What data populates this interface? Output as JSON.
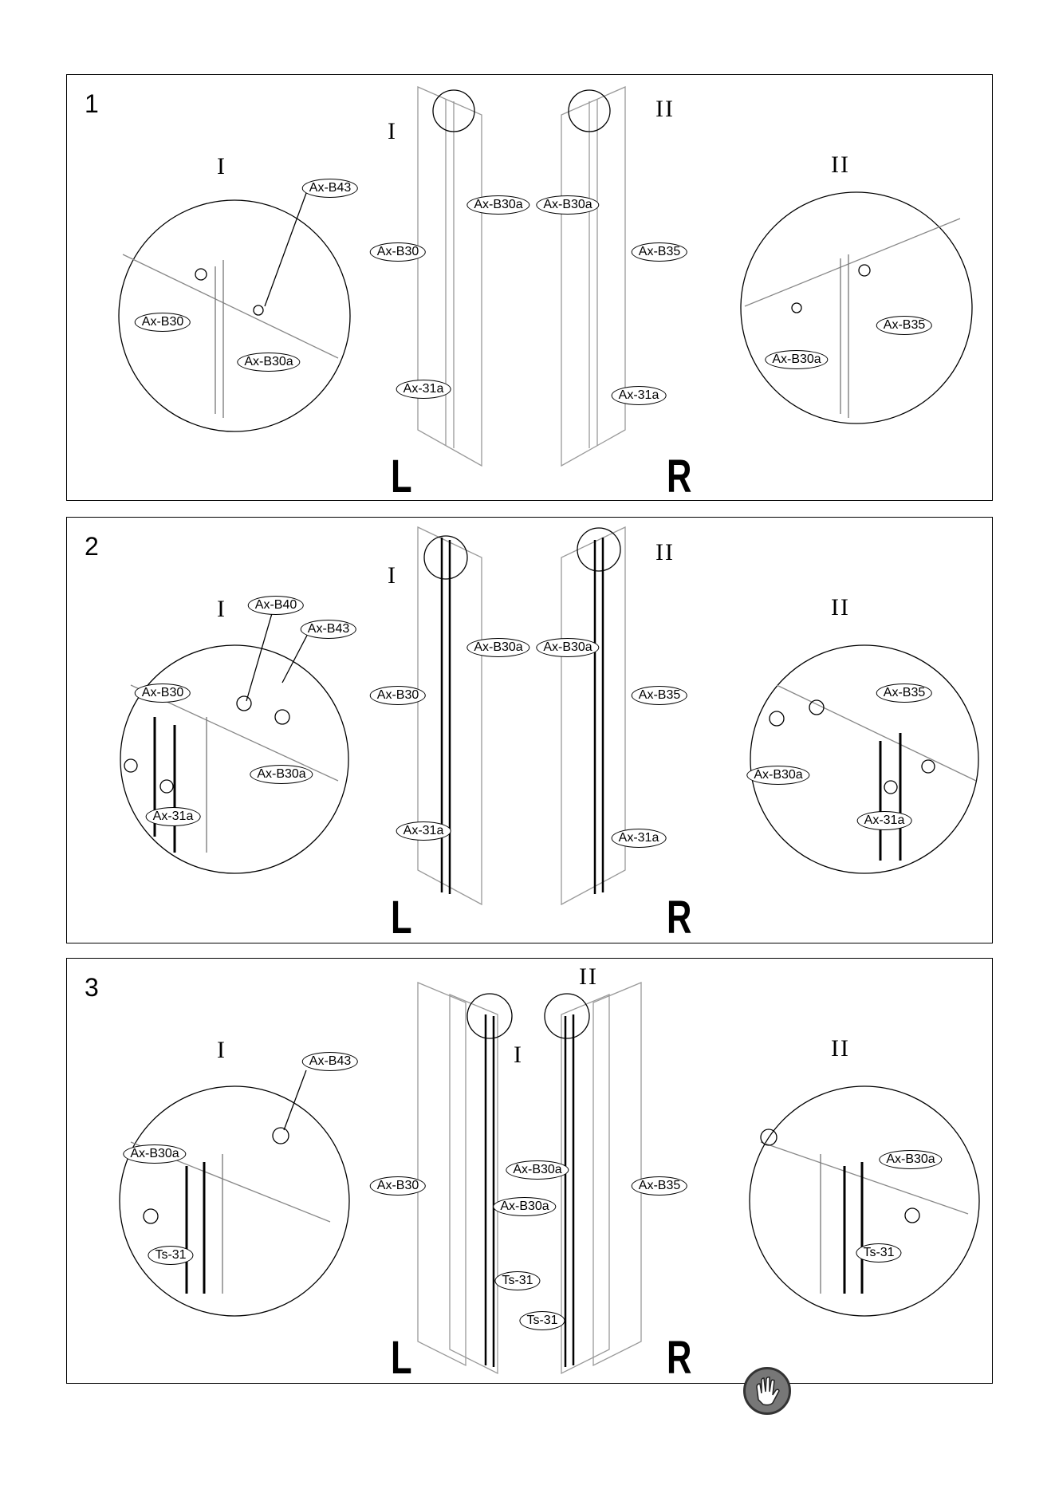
{
  "panels": [
    {
      "step": "1",
      "side_left": "L",
      "side_right": "R",
      "roman_left_top": "I",
      "roman_right_top": "II",
      "roman_left_circle": "I",
      "roman_right_circle": "II",
      "labels": {
        "lc_a": "Ax-B43",
        "lc_b": "Ax-B30",
        "lc_c": "Ax-B30a",
        "m_a": "Ax-B30a",
        "m_b": "Ax-B30a",
        "m_c": "Ax-B30",
        "m_d": "Ax-B35",
        "m_e": "Ax-31a",
        "m_f": "Ax-31a",
        "rc_a": "Ax-B35",
        "rc_b": "Ax-B30a"
      }
    },
    {
      "step": "2",
      "side_left": "L",
      "side_right": "R",
      "roman_left_top": "I",
      "roman_right_top": "II",
      "roman_left_circle": "I",
      "roman_right_circle": "II",
      "labels": {
        "lc_a": "Ax-B40",
        "lc_b": "Ax-B43",
        "lc_c": "Ax-B30",
        "lc_d": "Ax-B30a",
        "lc_e": "Ax-31a",
        "m_a": "Ax-B30a",
        "m_b": "Ax-B30a",
        "m_c": "Ax-B30",
        "m_d": "Ax-B35",
        "m_e": "Ax-31a",
        "m_f": "Ax-31a",
        "rc_a": "Ax-B35",
        "rc_b": "Ax-B30a",
        "rc_c": "Ax-31a"
      }
    },
    {
      "step": "3",
      "side_left": "L",
      "side_right": "R",
      "roman_top": "II",
      "roman_mid": "I",
      "roman_left_circle": "I",
      "roman_right_circle": "II",
      "labels": {
        "lc_a": "Ax-B43",
        "lc_b": "Ax-B30a",
        "lc_c": "Ts-31",
        "m_a": "Ax-B30",
        "m_b": "Ax-B30a",
        "m_c": "Ax-B30a",
        "m_d": "Ax-B35",
        "m_e": "Ts-31",
        "m_f": "Ts-31",
        "rc_a": "Ax-B30a",
        "rc_b": "Ts-31"
      }
    }
  ],
  "icons": {
    "glove": "glove-icon"
  }
}
